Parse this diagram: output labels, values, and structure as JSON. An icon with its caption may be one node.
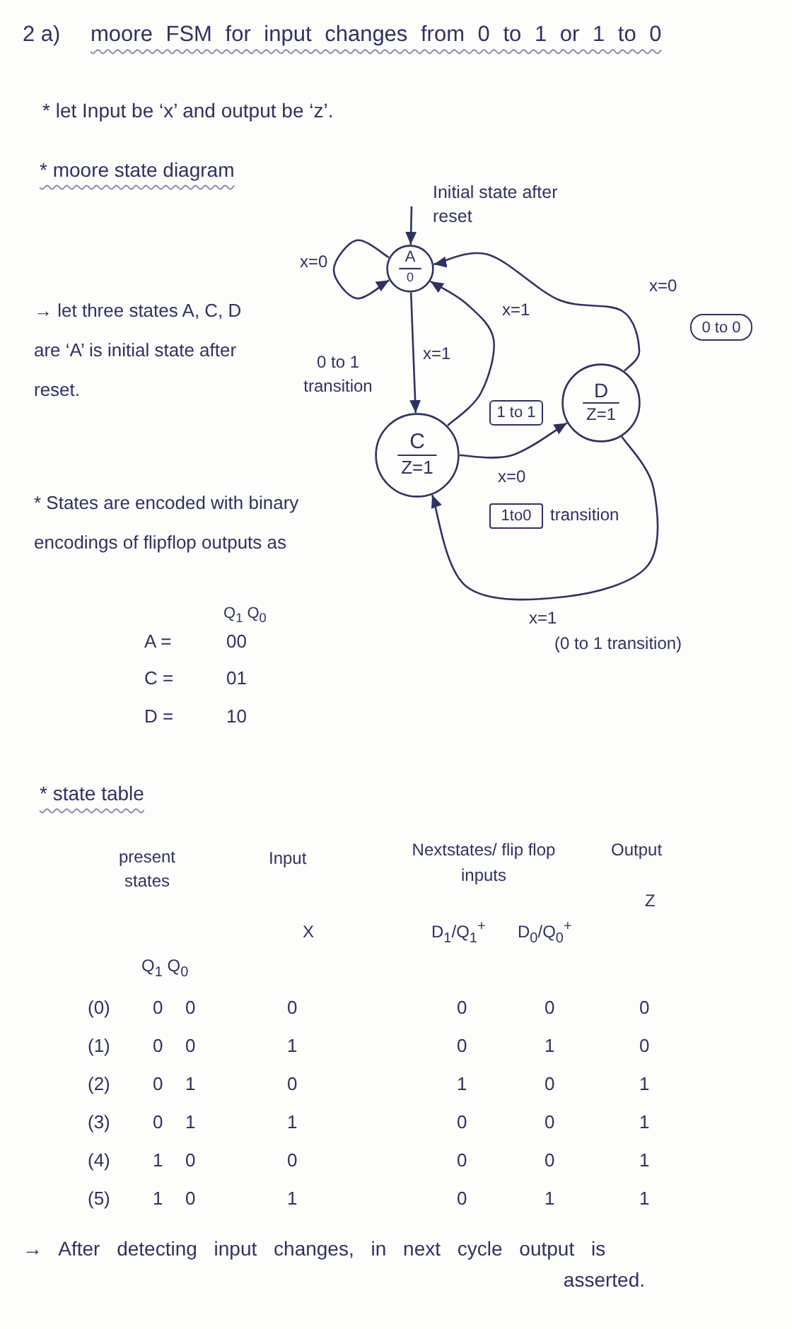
{
  "diagram": {
    "title": "moore FSM for input changes from 0 to 1 or 1 to 0",
    "nodes": [
      {
        "text": [
          "A",
          "0"
        ]
      },
      {
        "text": [
          "C",
          "Z=1"
        ]
      },
      {
        "text": [
          "D",
          "Z=1"
        ]
      },
      {
        "text": [
          "0 to 0"
        ]
      },
      {
        "text": [
          "1 to 1"
        ]
      },
      {
        "text": [
          "1to0"
        ],
        "beside": [
          "transition"
        ]
      }
    ],
    "edges": [
      {
        "from": null,
        "to": 0,
        "arrow": "to"
      },
      {
        "from": 0,
        "to": 0,
        "arrow": "to",
        "label": "x=0"
      },
      {
        "from": 0,
        "to": 1,
        "arrow": "to",
        "label": "x=1"
      },
      {
        "from": 1,
        "to": 0,
        "arrow": "to",
        "label": "x=1"
      },
      {
        "from": 2,
        "to": 0,
        "arrow": "to",
        "label": "x=0"
      },
      {
        "from": 1,
        "to": 2,
        "arrow": "to",
        "label": "x=0"
      },
      {
        "from": 2,
        "to": 1,
        "arrow": "to",
        "label": "x=1"
      }
    ],
    "labels": [
      "2 a)",
      "* let Input be ‘x’ and output be ‘z’.",
      "* moore state diagram",
      "Initial state after reset",
      "→ let three states A, C, D are ‘A’ is initial state after reset.",
      "0 to 1 transition",
      "* States are encoded with binary encodings of flipflop outputs as",
      "(0 to 1 transition)",
      "Q$_{1}$ Q$_{0}$",
      "A =",
      "00",
      "C =",
      "01",
      "D =",
      "10",
      "* state table",
      "present states",
      "Input",
      "Nextstates/ flip flop inputs",
      "Output",
      "Z",
      "X",
      "D$_{1}$/Q$_{1}$$^{+}$",
      "D$_{0}$/Q$_{0}$$^{+}$",
      "Q$_{1}$ Q$_{0}$",
      "(0)",
      "0",
      "0",
      "0",
      "0",
      "0",
      "0",
      "(1)",
      "0",
      "0",
      "1",
      "0",
      "1",
      "0",
      "(2)",
      "0",
      "1",
      "0",
      "1",
      "0",
      "1",
      "(3)",
      "0",
      "1",
      "1",
      "0",
      "0",
      "1",
      "(4)",
      "1",
      "0",
      "0",
      "0",
      "0",
      "1",
      "(5)",
      "1",
      "0",
      "1",
      "0",
      "1",
      "1",
      "→ After detecting input changes, in next cycle output is asserted."
    ]
  }
}
